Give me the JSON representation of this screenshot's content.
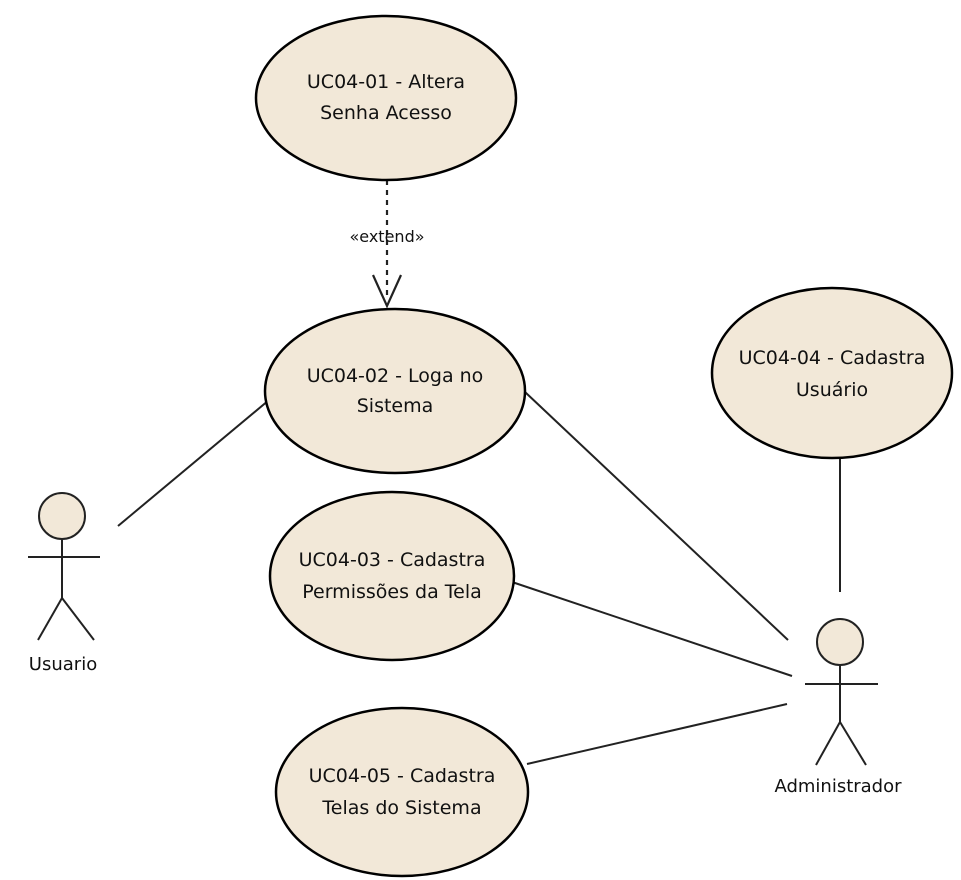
{
  "diagram": {
    "type": "uml-use-case",
    "use_cases": [
      {
        "id": "uc01",
        "line1": "UC04-01 - Altera",
        "line2": "Senha Acesso"
      },
      {
        "id": "uc02",
        "line1": "UC04-02 - Loga no",
        "line2": "Sistema"
      },
      {
        "id": "uc03",
        "line1": "UC04-03 - Cadastra",
        "line2": "Permissões da Tela"
      },
      {
        "id": "uc04",
        "line1": "UC04-04 - Cadastra",
        "line2": "Usuário"
      },
      {
        "id": "uc05",
        "line1": "UC04-05 - Cadastra",
        "line2": "Telas do Sistema"
      }
    ],
    "actors": [
      {
        "id": "usuario",
        "label": "Usuario"
      },
      {
        "id": "administrador",
        "label": "Administrador"
      }
    ],
    "relations": [
      {
        "kind": "extend",
        "from": "uc01",
        "to": "uc02",
        "label": "«extend»"
      },
      {
        "kind": "association",
        "from": "usuario",
        "to": "uc02"
      },
      {
        "kind": "association",
        "from": "administrador",
        "to": "uc02"
      },
      {
        "kind": "association",
        "from": "administrador",
        "to": "uc03"
      },
      {
        "kind": "association",
        "from": "administrador",
        "to": "uc04"
      },
      {
        "kind": "association",
        "from": "administrador",
        "to": "uc05"
      }
    ],
    "colors": {
      "use_case_fill": "#f2e8d8",
      "line": "#222222",
      "background": "#ffffff"
    }
  }
}
